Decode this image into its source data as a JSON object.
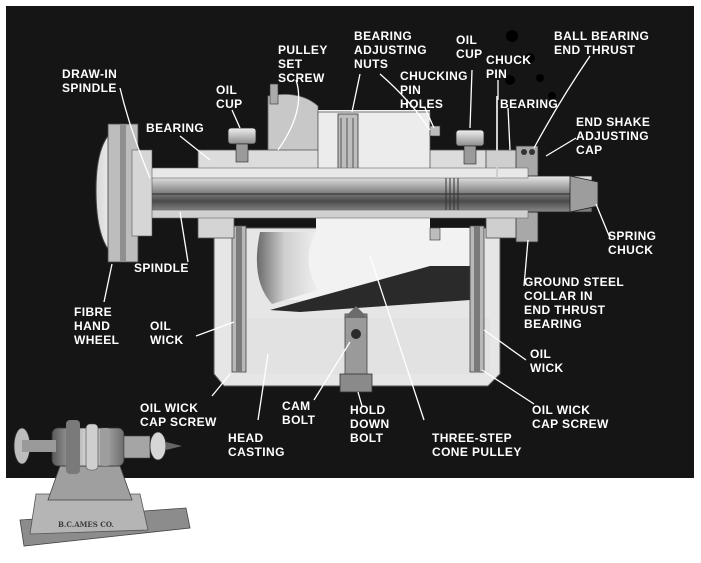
{
  "labels": [
    {
      "id": "draw-in-spindle",
      "lines": [
        "DRAW-IN",
        "SPINDLE"
      ]
    },
    {
      "id": "oil-cup-left",
      "lines": [
        "OIL",
        "CUP"
      ]
    },
    {
      "id": "bearing-left",
      "lines": [
        "BEARING"
      ]
    },
    {
      "id": "pulley-set-screw",
      "lines": [
        "PULLEY",
        "SET",
        "SCREW"
      ]
    },
    {
      "id": "bearing-adjusting-nuts",
      "lines": [
        "BEARING",
        "ADJUSTING",
        "NUTS"
      ]
    },
    {
      "id": "chucking-pin-holes",
      "lines": [
        "CHUCKING",
        "PIN",
        "HOLES"
      ]
    },
    {
      "id": "oil-cup-right",
      "lines": [
        "OIL",
        "CUP"
      ]
    },
    {
      "id": "chuck-pin",
      "lines": [
        "CHUCK",
        "PIN"
      ]
    },
    {
      "id": "ball-bearing-end-thrust",
      "lines": [
        "BALL BEARING",
        "END THRUST"
      ]
    },
    {
      "id": "bearing-right",
      "lines": [
        "BEARING"
      ]
    },
    {
      "id": "end-shake-adjusting-cap",
      "lines": [
        "END SHAKE",
        "ADJUSTING",
        "CAP"
      ]
    },
    {
      "id": "spring-chuck",
      "lines": [
        "SPRING",
        "CHUCK"
      ]
    },
    {
      "id": "spindle",
      "lines": [
        "SPINDLE"
      ]
    },
    {
      "id": "ground-steel-collar",
      "lines": [
        "GROUND STEEL",
        "COLLAR IN",
        "END THRUST",
        "BEARING"
      ]
    },
    {
      "id": "fibre-hand-wheel",
      "lines": [
        "FIBRE",
        "HAND",
        "WHEEL"
      ]
    },
    {
      "id": "oil-wick-left",
      "lines": [
        "OIL",
        "WICK"
      ]
    },
    {
      "id": "oil-wick-right",
      "lines": [
        "OIL",
        "WICK"
      ]
    },
    {
      "id": "oil-wick-cap-screw-left",
      "lines": [
        "OIL WICK",
        "CAP SCREW"
      ]
    },
    {
      "id": "cam-bolt",
      "lines": [
        "CAM",
        "BOLT"
      ]
    },
    {
      "id": "hold-down-bolt",
      "lines": [
        "HOLD",
        "DOWN",
        "BOLT"
      ]
    },
    {
      "id": "oil-wick-cap-screw-right",
      "lines": [
        "OIL WICK",
        "CAP SCREW"
      ]
    },
    {
      "id": "head-casting",
      "lines": [
        "HEAD",
        "CASTING"
      ]
    },
    {
      "id": "three-step-cone-pulley",
      "lines": [
        "THREE-STEP",
        "CONE PULLEY"
      ]
    }
  ],
  "maker_mark": "B.C.AMES CO."
}
